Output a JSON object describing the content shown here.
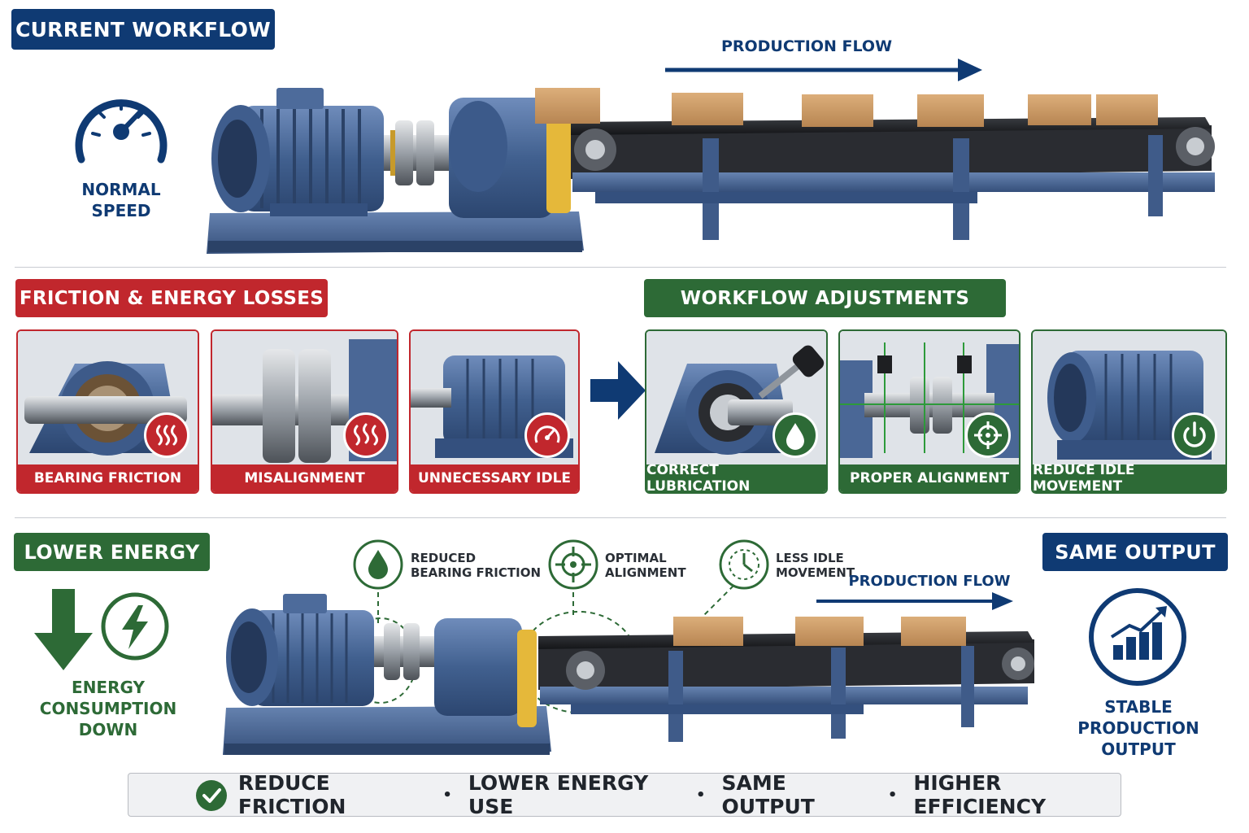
{
  "top": {
    "title": "CURRENT WORKFLOW",
    "flow_label": "PRODUCTION FLOW",
    "speed_label_1": "NORMAL",
    "speed_label_2": "SPEED"
  },
  "losses": {
    "title": "FRICTION & ENERGY LOSSES",
    "cards": [
      "BEARING FRICTION",
      "MISALIGNMENT",
      "UNNECESSARY IDLE"
    ]
  },
  "adjustments": {
    "title": "WORKFLOW ADJUSTMENTS",
    "cards": [
      "CORRECT LUBRICATION",
      "PROPER ALIGNMENT",
      "REDUCE IDLE MOVEMENT"
    ]
  },
  "bottom": {
    "lower_title": "LOWER ENERGY",
    "energy_lines": [
      "ENERGY",
      "CONSUMPTION",
      "DOWN"
    ],
    "callouts": [
      {
        "line1": "REDUCED",
        "line2": "BEARING FRICTION",
        "icon": "drop-icon"
      },
      {
        "line1": "OPTIMAL",
        "line2": "ALIGNMENT",
        "icon": "target-icon"
      },
      {
        "line1": "LESS IDLE",
        "line2": "MOVEMENT",
        "icon": "timer-icon"
      }
    ],
    "flow_label": "PRODUCTION FLOW",
    "output_title": "SAME OUTPUT",
    "output_lines": [
      "STABLE",
      "PRODUCTION",
      "OUTPUT"
    ]
  },
  "footer": {
    "items": [
      "REDUCE FRICTION",
      "LOWER ENERGY USE",
      "SAME OUTPUT",
      "HIGHER EFFICIENCY"
    ],
    "separator": "•"
  },
  "colors": {
    "navy": "#0f3a73",
    "red": "#c1272d",
    "green": "#2d6a36",
    "machine_blue": "#4a6796"
  }
}
